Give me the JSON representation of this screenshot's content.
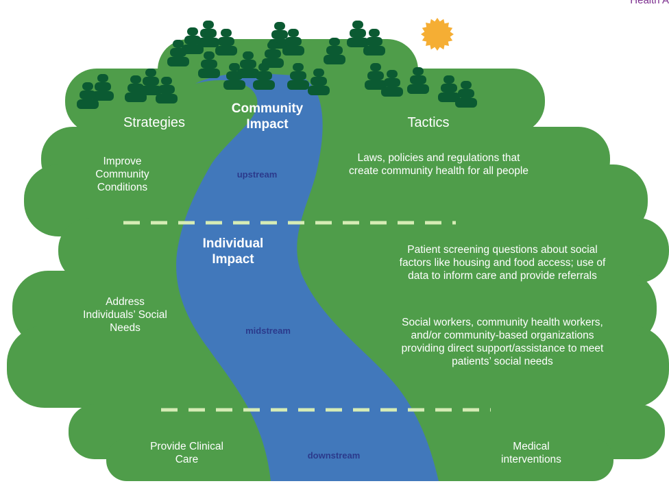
{
  "header": {
    "corner_text": "Health A"
  },
  "columns": {
    "left_heading": "Strategies",
    "right_heading": "Tactics"
  },
  "levels": {
    "community": {
      "impact_label": "Community Impact",
      "stream_label": "upstream",
      "strategy": "Improve Community Conditions",
      "tactics": [
        "Laws, policies and regulations that create community health for all people"
      ]
    },
    "individual": {
      "impact_label": "Individual Impact",
      "stream_label": "midstream",
      "strategy": "Address Individuals’ Social Needs",
      "tactics": [
        "Patient screening questions about social factors like housing and food access; use of data to inform care and provide referrals",
        "Social workers, community health workers, and/or community-based organizations providing direct support/assistance to meet patients’ social needs"
      ]
    },
    "clinical": {
      "stream_label": "downstream",
      "strategy": "Provide Clinical Care",
      "tactics": [
        "Medical interventions"
      ]
    }
  },
  "colors": {
    "land": "#4f9d4a",
    "river": "#4178bb",
    "trees": "#0b5a32",
    "sun": "#f5ae34",
    "divider": "#d6ecb5",
    "stream_text": "#2b3a8c",
    "label_text": "#ffffff"
  },
  "icons": [
    "tree-icon",
    "sun-icon"
  ]
}
